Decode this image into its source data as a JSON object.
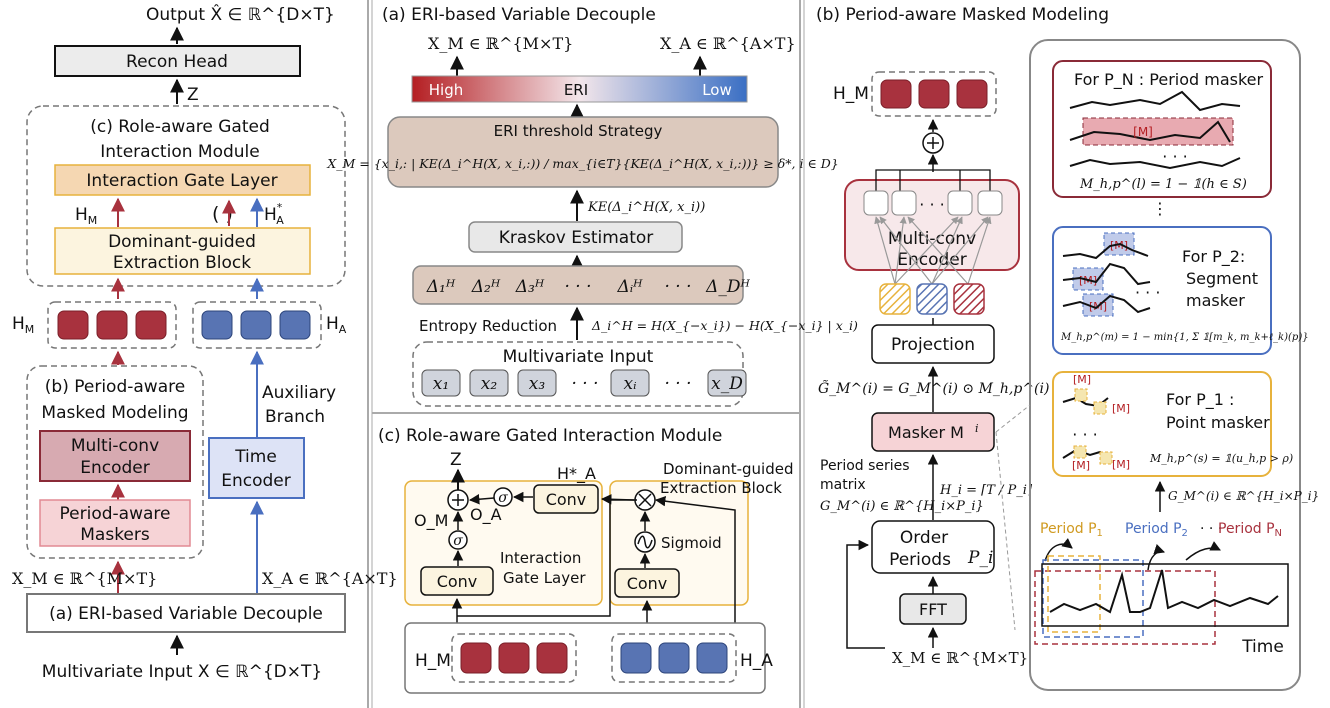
{
  "colors": {
    "red_block": "#a8323e",
    "blue_block": "#5874b3",
    "tan_box": "#dcc9bd",
    "gray_box": "#e8e8e8",
    "gold_border": "#e7b23c",
    "pink_box": "#f6d3d6",
    "maroon_box": "#d7aab1",
    "light_blue_box": "#dde3f6",
    "interaction_gate": "#f5d7b2",
    "dominant_block": "#fcf4df",
    "gradient_high": "#b41e22",
    "gradient_low": "#3a6fc4"
  },
  "left": {
    "output": "Output  X̂ ∈ ℝ^{D×T}",
    "recon_head": "Recon Head",
    "z": "Z",
    "c_title_1": "(c) Role-aware Gated",
    "c_title_2": "Interaction Module",
    "interaction_gate_layer": "Interaction Gate Layer",
    "hm_arrow_label": "H",
    "hm_arrow_sub": "M",
    "paren_arrow": "( )",
    "ha_star_label": "H",
    "ha_star_sub": "A",
    "ha_star_sup": "*",
    "dominant_1": "Dominant-guided",
    "dominant_2": "Extraction Block",
    "hm_label": "H",
    "hm_sub": "M",
    "ha_label": "H",
    "ha_sub": "A",
    "b_title_1": "(b) Period-aware",
    "b_title_2": "Masked Modeling",
    "multiconv_1": "Multi-conv",
    "multiconv_2": "Encoder",
    "maskers_1": "Period-aware",
    "maskers_2": "Maskers",
    "aux_1": "Auxiliary",
    "aux_2": "Branch",
    "time_enc_1": "Time",
    "time_enc_2": "Encoder",
    "xm_label": "X_M ∈ ℝ^{M×T}",
    "xa_label": "X_A ∈ ℝ^{A×T}",
    "eri_box": "(a) ERI-based Variable Decouple",
    "multivariate_input": "Multivariate Input  X ∈ ℝ^{D×T}"
  },
  "middle_top": {
    "title": "(a) ERI-based Variable Decouple",
    "xm": "X_M ∈ ℝ^{M×T}",
    "xa": "X_A ∈ ℝ^{A×T}",
    "high": "High",
    "eri": "ERI",
    "low": "Low",
    "strategy_title": "ERI threshold Strategy",
    "strategy_formula": "X_M = {x_i,: | KE(Δ_i^H(X, x_i,:)) / max_{i∈T}{KE(Δ_i^H(X, x_i,:))} ≥ δ*, i ∈ D}",
    "ke_label": "KE(Δ_i^H(X, x_i))",
    "kraskov": "Kraskov Estimator",
    "deltas": [
      "Δ₁ᴴ",
      "Δ₂ᴴ",
      "Δ₃ᴴ",
      "· · ·",
      "Δᵢᴴ",
      "· · ·",
      "Δ_Dᴴ"
    ],
    "entropy_reduction": "Entropy Reduction",
    "entropy_formula": "Δ_i^H = H(X_{−x_i}) − H(X_{−x_i} | x_i)",
    "mv_input": "Multivariate Input",
    "xs": [
      "x₁",
      "x₂",
      "x₃",
      "· · ·",
      "xᵢ",
      "· · ·",
      "x_D"
    ]
  },
  "middle_bottom": {
    "title": "(c) Role-aware Gated Interaction Module",
    "z": "Z",
    "ha_star": "H*_A",
    "om": "O_M",
    "oa": "O_A",
    "sigma": "σ",
    "conv": "Conv",
    "sigmoid": "Sigmoid",
    "dominant_1": "Dominant-guided",
    "dominant_2": "Extraction Block",
    "gate_1": "Interaction",
    "gate_2": "Gate Layer",
    "hm": "H_M",
    "ha": "H_A"
  },
  "right": {
    "title": "(b) Period-aware Masked Modeling",
    "hm": "H_M",
    "multiconv_1": "Multi-conv",
    "multiconv_2": "Encoder",
    "projection": "Projection",
    "masked_formula": "G̃_M^(i) = G_M^(i) ⊙ M_h,p^(i)",
    "masker": "Masker M",
    "period_series_1": "Period series",
    "period_series_2": "matrix",
    "gm_formula": "G_M^(i) ∈ ℝ^{H_i×P_i}",
    "hi_formula": "H_i = ⌈T / P_i⌉",
    "order_1": "Order",
    "order_2": "Periods",
    "pi": "P_i",
    "fft": "FFT",
    "xm": "X_M ∈ ℝ^{M×T}",
    "pn_title": "For P_N : Period masker",
    "pn_formula": "M_h,p^(l) = 1 − 𝟙(h ∈ S)",
    "p2_title_1": "For P_2:",
    "p2_title_2": "Segment",
    "p2_title_3": "masker",
    "p2_formula": "M_h,p^(m) = 1 − min{1, Σ 𝟙[m_k, m_k+ℓ_k)(p)}",
    "p1_title_1": "For P_1 :",
    "p1_title_2": "Point masker",
    "p1_formula": "M_h,p^(s) = 𝟙(u_h,p > ρ)",
    "mask_token": "[M]",
    "gm_right": "G_M^(i) ∈ ℝ^{H_i×P_i}",
    "period_p1": "Period P",
    "period_p2": "Period P",
    "period_pn": "Period P",
    "dots": "· · ·",
    "time": "Time"
  }
}
